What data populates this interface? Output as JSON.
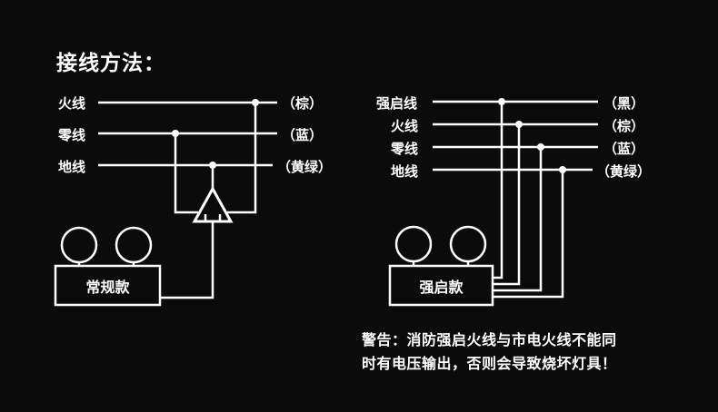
{
  "title": "接线方法：",
  "left": {
    "wires": [
      {
        "name": "火线",
        "color": "（棕）"
      },
      {
        "name": "零线",
        "color": "（蓝）"
      },
      {
        "name": "地线",
        "color": "（黄绿）"
      }
    ],
    "box_label": "常规款"
  },
  "right": {
    "wires": [
      {
        "name": "强启线",
        "color": "（黑）"
      },
      {
        "name": "火线",
        "color": "（棕）"
      },
      {
        "name": "零线",
        "color": "（蓝）"
      },
      {
        "name": "地线",
        "color": "（黄绿）"
      }
    ],
    "box_label": "强启款"
  },
  "warning": {
    "line1": "警告：消防强启火线与市电火线不能同",
    "line2": "时有电压输出，否则会导致烧坏灯具！"
  },
  "colors": {
    "background": "#0b0b0b",
    "line": "#ffffff"
  }
}
